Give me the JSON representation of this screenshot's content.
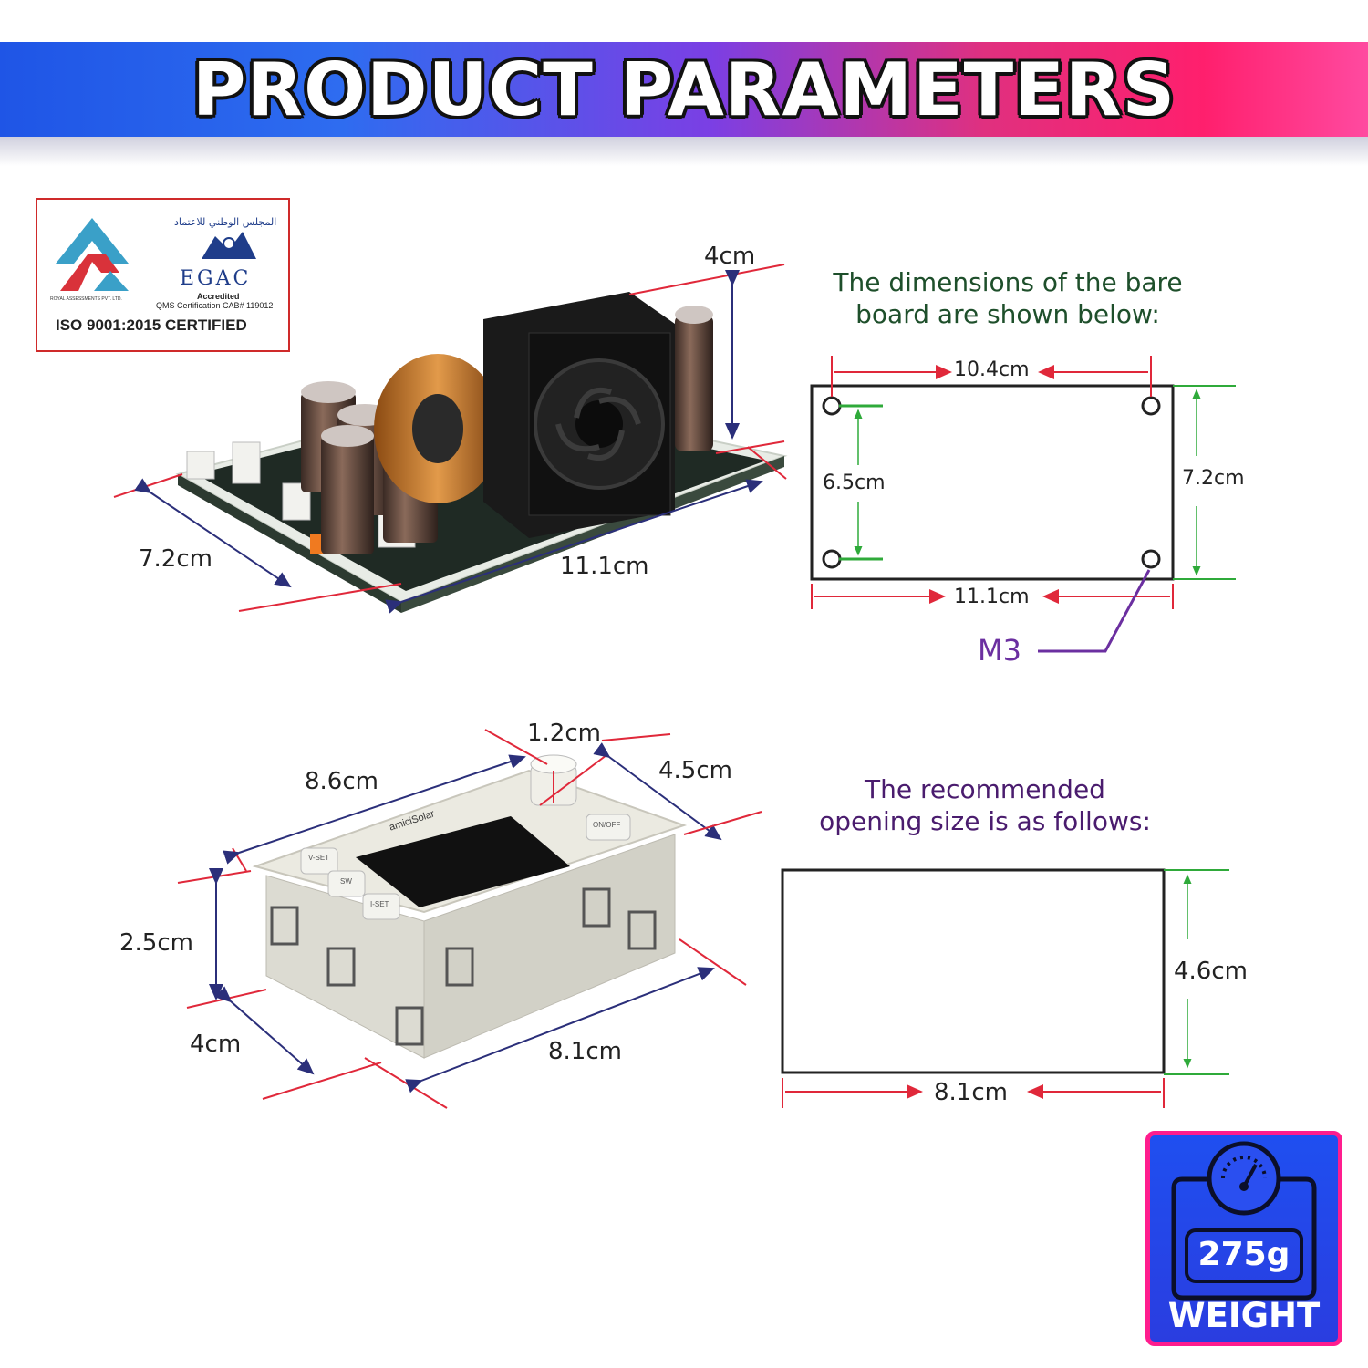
{
  "header": {
    "title": "PRODUCT PARAMETERS"
  },
  "certificate": {
    "iso_text": "ISO 9001:2015  CERTIFIED",
    "egac": "EGAC",
    "accredited": "Accredited",
    "qms": "QMS Certification CAB# 119012",
    "royal": "ROYAL ASSESSMENTS PVT. LTD.",
    "arabic": "المجلس الوطني للاعتماد"
  },
  "board": {
    "height": "4cm",
    "width": "7.2cm",
    "length": "11.1cm"
  },
  "bare_board": {
    "caption_line1": "The dimensions of the bare",
    "caption_line2": "board are shown below:",
    "hole_spacing_x": "10.4cm",
    "hole_spacing_y": "6.5cm",
    "height": "7.2cm",
    "length": "11.1cm",
    "hole_label": "M3"
  },
  "module": {
    "knob_height": "1.2cm",
    "top_length": "8.6cm",
    "top_depth": "4.5cm",
    "height": "2.5cm",
    "depth": "4cm",
    "length": "8.1cm",
    "brand": "amiciSolar",
    "buttons": [
      "V-SET",
      "SW",
      "I-SET",
      "ON/OFF"
    ]
  },
  "opening": {
    "caption_line1": "The recommended",
    "caption_line2": "opening size is as follows:",
    "height": "4.6cm",
    "width": "8.1cm"
  },
  "weight": {
    "value": "275g",
    "label": "WEIGHT"
  },
  "colors": {
    "dimension_red": "#e0283a",
    "dimension_navy": "#2b2f7a",
    "guide_green": "#2faa3a",
    "m3_purple": "#6b2fa0",
    "badge_blue": "#1f4ff0",
    "badge_pink": "#ff1d8e"
  }
}
